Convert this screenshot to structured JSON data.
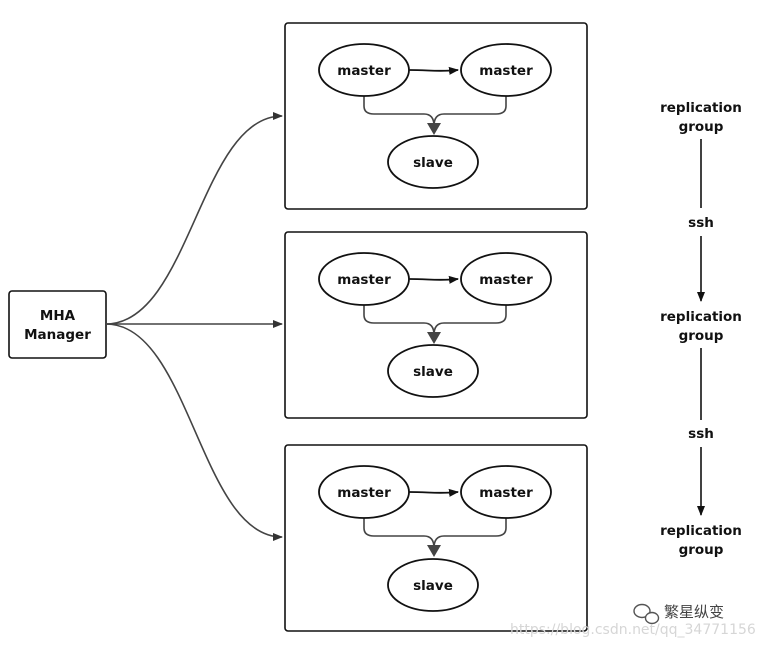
{
  "manager": {
    "label_line1": "MHA",
    "label_line2": "Manager"
  },
  "groups": [
    {
      "master_left": "master",
      "master_right": "master",
      "slave": "slave"
    },
    {
      "master_left": "master",
      "master_right": "master",
      "slave": "slave"
    },
    {
      "master_left": "master",
      "master_right": "master",
      "slave": "slave"
    }
  ],
  "side_flow": {
    "items": [
      {
        "line1": "replication",
        "line2": "group"
      },
      {
        "line1": "replication",
        "line2": "group"
      },
      {
        "line1": "replication",
        "line2": "group"
      }
    ],
    "connector_labels": [
      "ssh",
      "ssh"
    ]
  },
  "watermark": {
    "brand": "繁星纵变",
    "url": "https://blog.csdn.net/qq_34771156"
  },
  "colors": {
    "stroke": "#111111",
    "edge": "#444444",
    "background": "#ffffff"
  }
}
